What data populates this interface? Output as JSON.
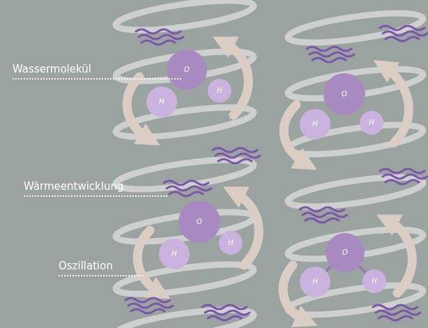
{
  "diagram": {
    "nodes": [
      {
        "text": [
          "O"
        ]
      },
      {
        "text": [
          "H"
        ]
      },
      {
        "text": [
          "H"
        ]
      },
      {
        "text": [
          "O"
        ]
      },
      {
        "text": [
          "H"
        ]
      },
      {
        "text": [
          "H"
        ]
      },
      {
        "text": [
          "O"
        ]
      },
      {
        "text": [
          "H"
        ]
      },
      {
        "text": [
          "H"
        ]
      },
      {
        "text": [
          "O"
        ]
      },
      {
        "text": [
          "H"
        ]
      },
      {
        "text": [
          "H"
        ]
      }
    ],
    "edges": [
      {
        "from": 9,
        "to": 10,
        "arrow": "none"
      },
      {
        "from": 9,
        "to": 11,
        "arrow": "none"
      }
    ],
    "labels": [
      "Wassermolekül",
      "Wärmeentwicklung",
      "Oszillation"
    ]
  }
}
